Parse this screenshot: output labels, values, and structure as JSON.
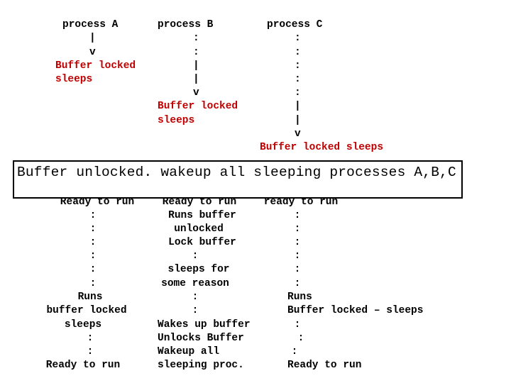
{
  "colors": {
    "highlight": "#c00000",
    "text": "#000000"
  },
  "process_a": {
    "title": "process A",
    "top": [
      "|",
      "v"
    ],
    "locked": "Buffer locked",
    "sleeps": "sleeps",
    "bottom": [
      "Ready to run",
      ":",
      ":",
      ":",
      ":",
      ":",
      ":",
      "Runs",
      "buffer locked",
      "sleeps",
      ":",
      ":",
      "Ready to run"
    ]
  },
  "process_b": {
    "title": "process B",
    "top": [
      ":",
      ":",
      "|",
      "|",
      "v"
    ],
    "locked": "Buffer locked",
    "sleeps": "sleeps",
    "bottom": [
      "Ready to run",
      "Runs buffer",
      "unlocked",
      "Lock buffer",
      ":",
      "sleeps for",
      "some reason",
      ":",
      ":",
      "Wakes up buffer",
      "Unlocks Buffer",
      "Wakeup all",
      "sleeping proc."
    ]
  },
  "process_c": {
    "title": "process C",
    "top": [
      ":",
      ":",
      ":",
      ":",
      ":",
      "|",
      "|",
      "v"
    ],
    "locked": "Buffer locked sleeps",
    "bottom": [
      "ready to run",
      ":",
      ":",
      ":",
      ":",
      ":",
      ":",
      "Runs",
      "Buffer locked – sleeps",
      ":",
      ":",
      ":",
      "Ready to run"
    ]
  },
  "banner": {
    "text": "Buffer unlocked. wakeup all sleeping processes A,B,C"
  }
}
